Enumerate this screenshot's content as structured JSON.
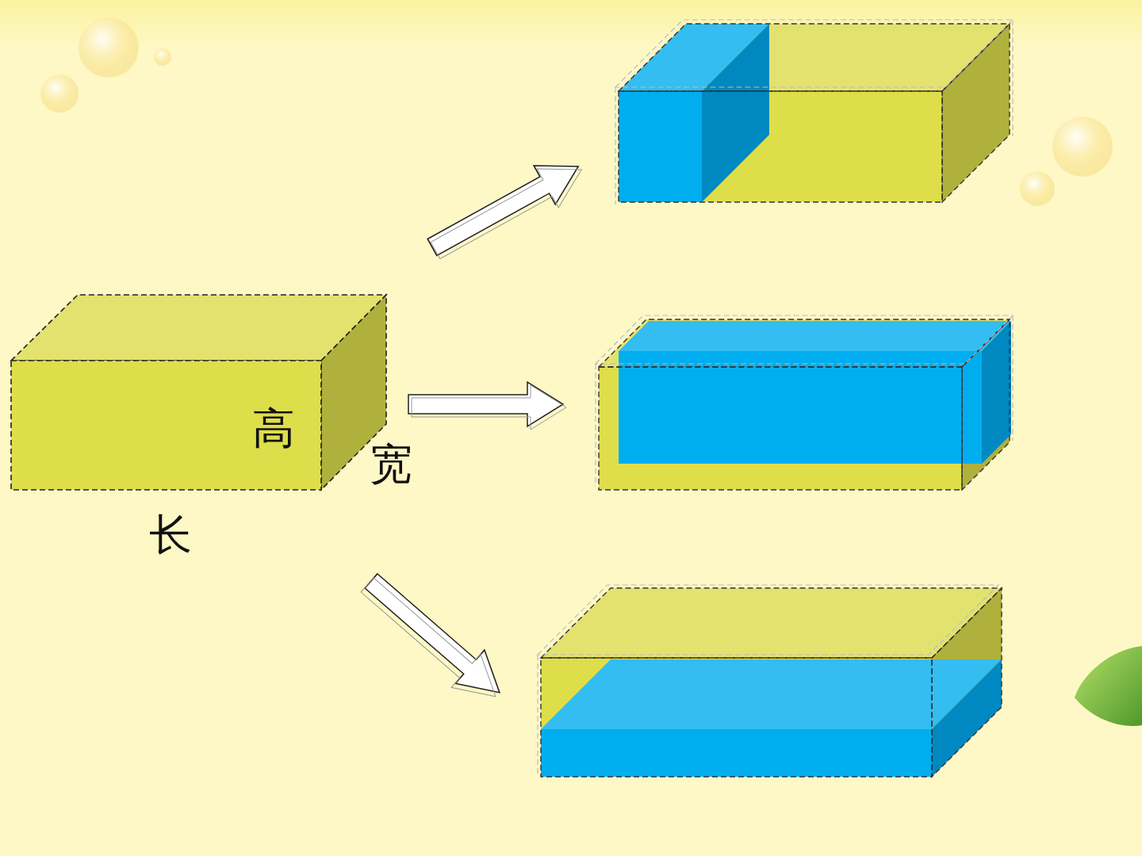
{
  "diagram": {
    "labels": [
      "高",
      "宽",
      "长"
    ]
  }
}
